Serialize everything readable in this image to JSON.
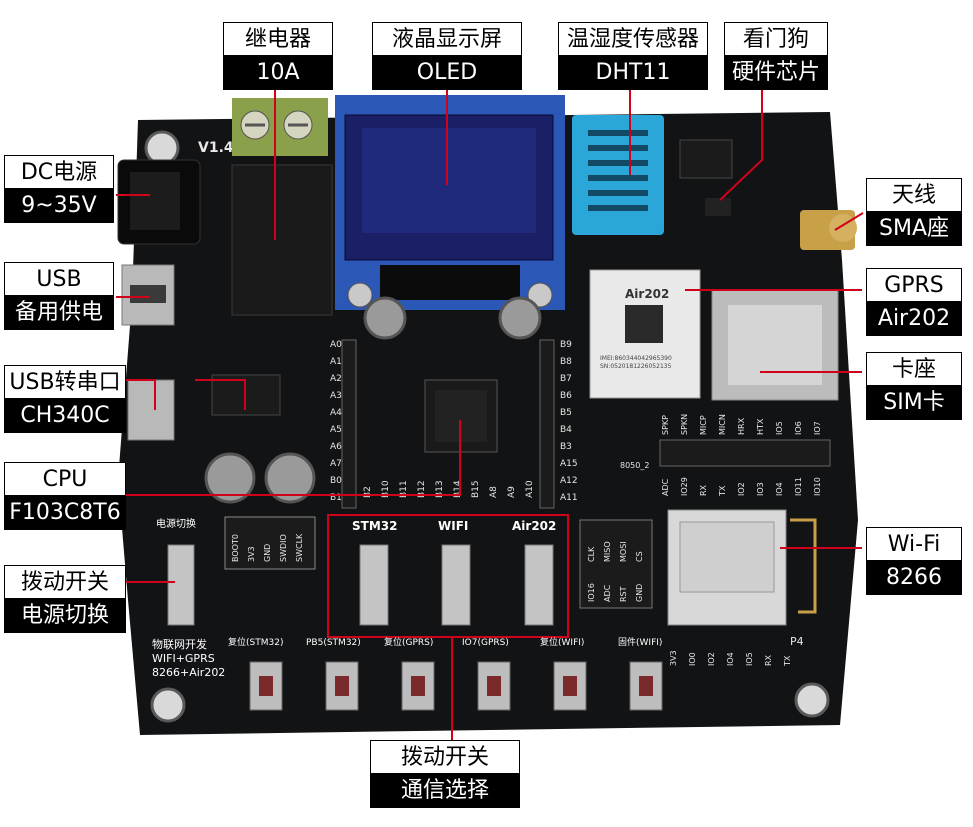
{
  "board": {
    "version": "V1.4",
    "title_lines": [
      "物联网开发",
      "WIFI+GPRS",
      "8266+Air202"
    ],
    "switch_labels": [
      "STM32",
      "WIFI",
      "Air202"
    ],
    "button_labels": [
      "复位(STM32)",
      "PB5(STM32)",
      "复位(GPRS)",
      "IO7(GPRS)",
      "复位(WIFI)",
      "固件(WIFI)"
    ],
    "power_switch_label": "电源切换",
    "debug_header": [
      "BOOT0",
      "3V3",
      "GND",
      "SWDIO",
      "SWCLK"
    ],
    "left_pins": [
      "A0",
      "A1",
      "A2",
      "A3",
      "A4",
      "A5",
      "A6",
      "A7",
      "B0",
      "B1"
    ],
    "right_pins": [
      "B9",
      "B8",
      "B7",
      "B6",
      "B5",
      "B4",
      "B3",
      "A15",
      "A12",
      "A11"
    ],
    "bottom_pins": [
      "B2",
      "B10",
      "B11",
      "B12",
      "B13",
      "B14",
      "B15",
      "A8",
      "A9",
      "A10"
    ],
    "spi_header": [
      "CLK",
      "MISO",
      "MOSI",
      "CS",
      "IO16",
      "ADC",
      "RST",
      "GND"
    ],
    "esp_bottom_pins": [
      "3V3",
      "IO0",
      "IO2",
      "IO4",
      "IO5",
      "RX",
      "TX"
    ],
    "esp_label": "P4",
    "air202_top_pins": [
      "SPKP",
      "SPKN",
      "MICP",
      "MICN",
      "HRX",
      "HTX",
      "IO5",
      "IO6",
      "IO7"
    ],
    "air202_bottom_pins": [
      "ADC",
      "IO29",
      "RX",
      "TX",
      "IO2",
      "IO3",
      "IO4",
      "IO11",
      "IO10"
    ],
    "air202_chip": "Air202",
    "air202_imei": "IMEI:860344042965390",
    "air202_sn": "SN:0520181226052135",
    "transistor_label": "8050_2"
  },
  "callouts": [
    {
      "id": "relay",
      "top": "继电器",
      "bottom": "10A"
    },
    {
      "id": "oled",
      "top": "液晶显示屏",
      "bottom": "OLED"
    },
    {
      "id": "dht",
      "top": "温湿度传感器",
      "bottom": "DHT11"
    },
    {
      "id": "watchdog",
      "top": "看门狗",
      "bottom": "硬件芯片"
    },
    {
      "id": "dc",
      "top": "DC电源",
      "bottom": "9~35V"
    },
    {
      "id": "antenna",
      "top": "天线",
      "bottom": "SMA座"
    },
    {
      "id": "usb",
      "top": "USB",
      "bottom": "备用供电"
    },
    {
      "id": "gprs",
      "top": "GPRS",
      "bottom": "Air202"
    },
    {
      "id": "usbserial",
      "top": "USB转串口",
      "bottom": "CH340C"
    },
    {
      "id": "simslot",
      "top": "卡座",
      "bottom": "SIM卡"
    },
    {
      "id": "cpu",
      "top": "CPU",
      "bottom": "F103C8T6"
    },
    {
      "id": "wifi",
      "top": "Wi-Fi",
      "bottom": "8266"
    },
    {
      "id": "powersw",
      "top": "拨动开关",
      "bottom": "电源切换"
    },
    {
      "id": "commsw",
      "top": "拨动开关",
      "bottom": "通信选择"
    }
  ],
  "colors": {
    "pcb": "#121314",
    "callout_line": "#d0021b",
    "relay_terminal": "#8aa04a",
    "dht_body": "#2aa6d8",
    "oled_screen": "#1a1f66",
    "module_blue": "#2b57b6",
    "highlight_box": "#d0021b"
  }
}
